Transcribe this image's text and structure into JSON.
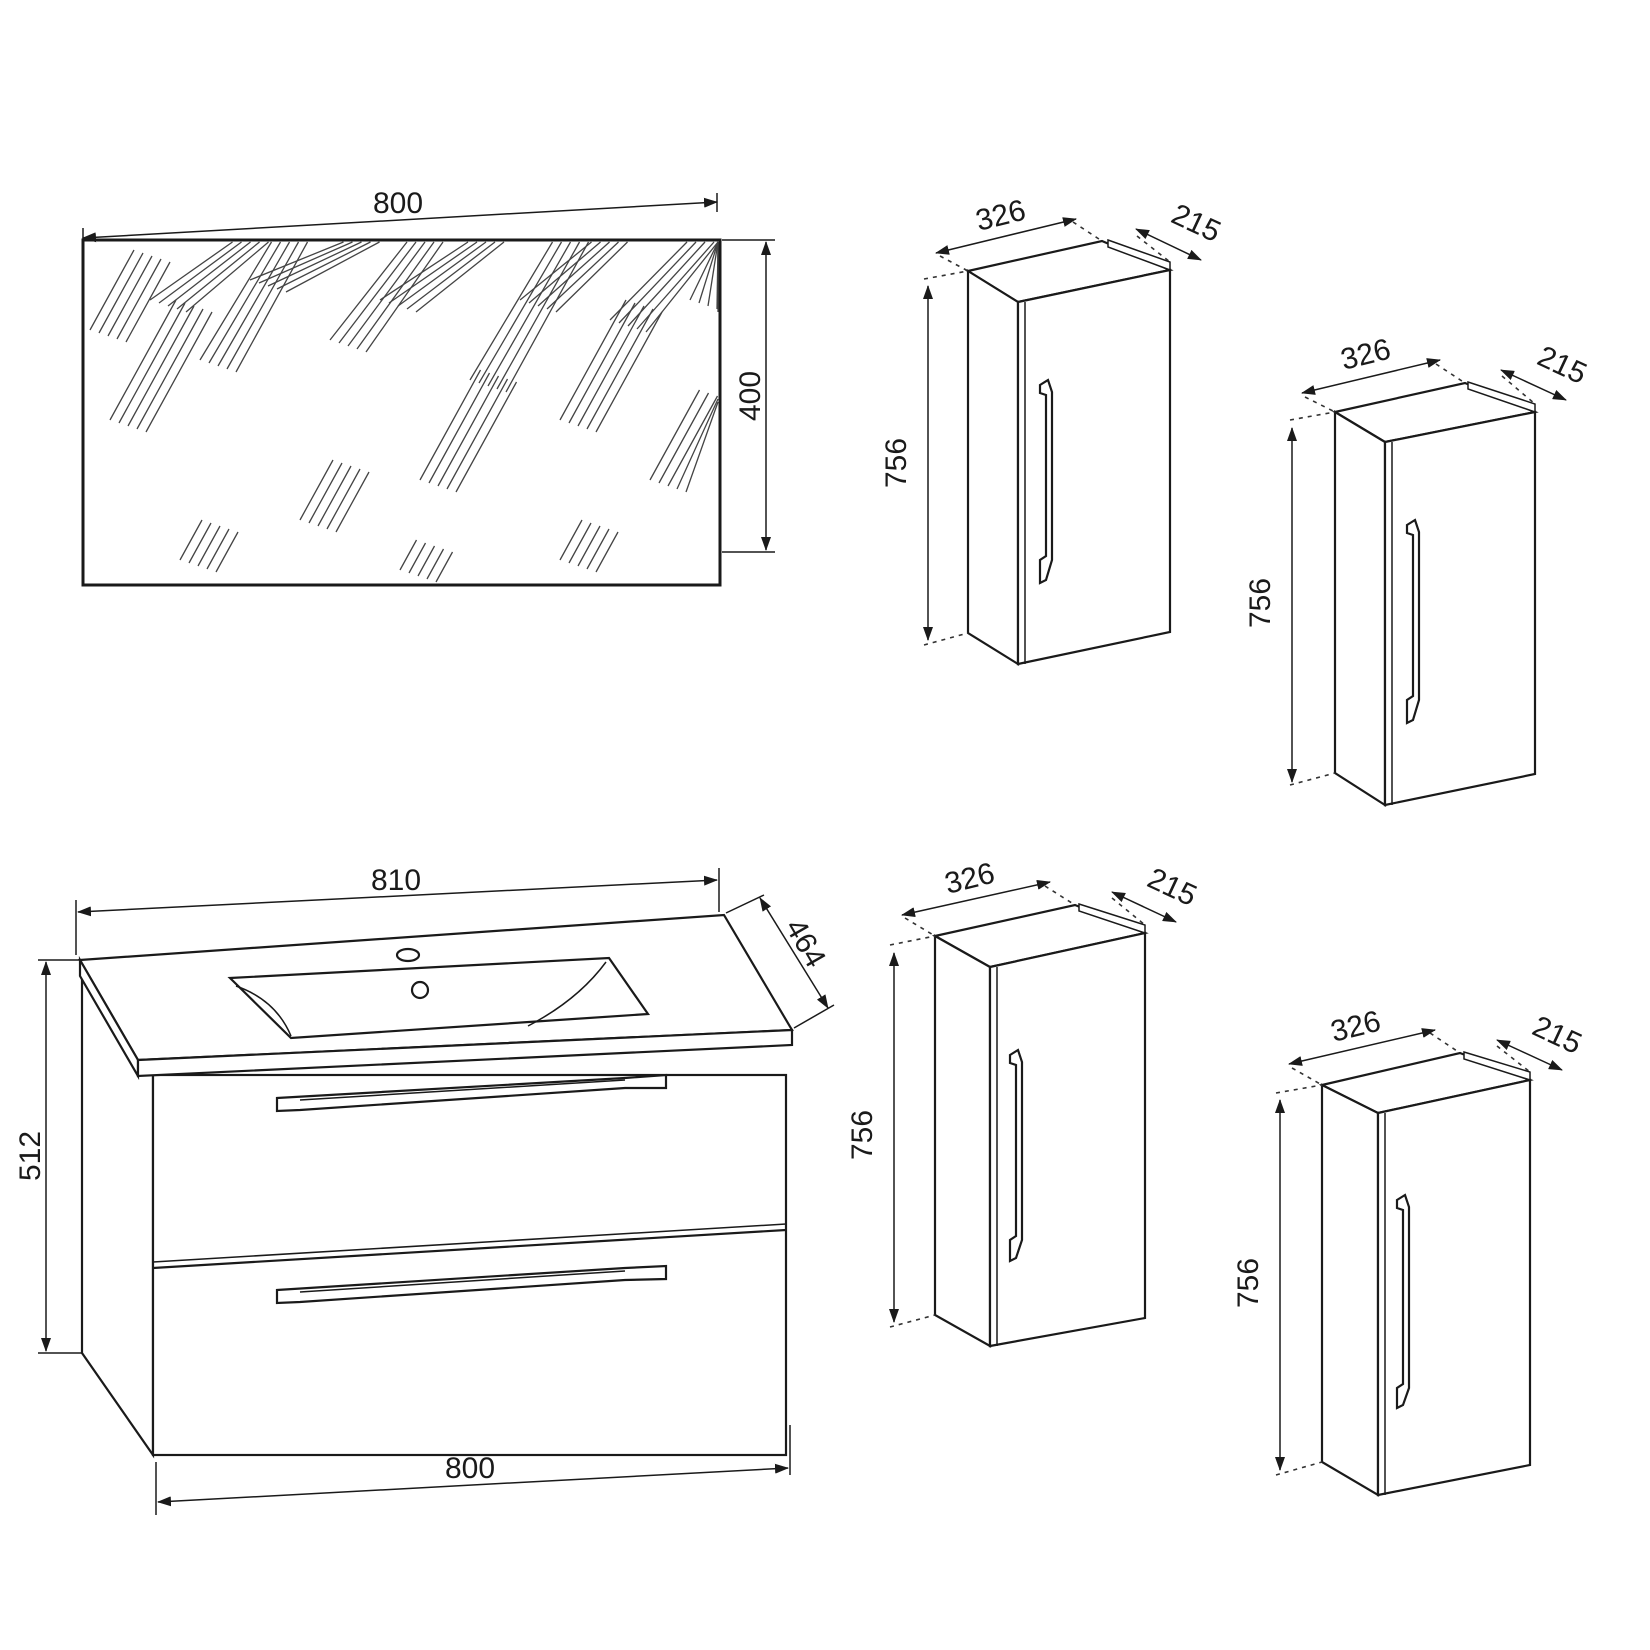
{
  "mirror": {
    "width": "800",
    "height": "400"
  },
  "vanity": {
    "top_width": "810",
    "depth": "464",
    "height": "512",
    "bottom_width": "800"
  },
  "cabinets": [
    {
      "width": "326",
      "depth": "215",
      "height": "756"
    },
    {
      "width": "326",
      "depth": "215",
      "height": "756"
    },
    {
      "width": "326",
      "depth": "215",
      "height": "756"
    },
    {
      "width": "326",
      "depth": "215",
      "height": "756"
    }
  ]
}
